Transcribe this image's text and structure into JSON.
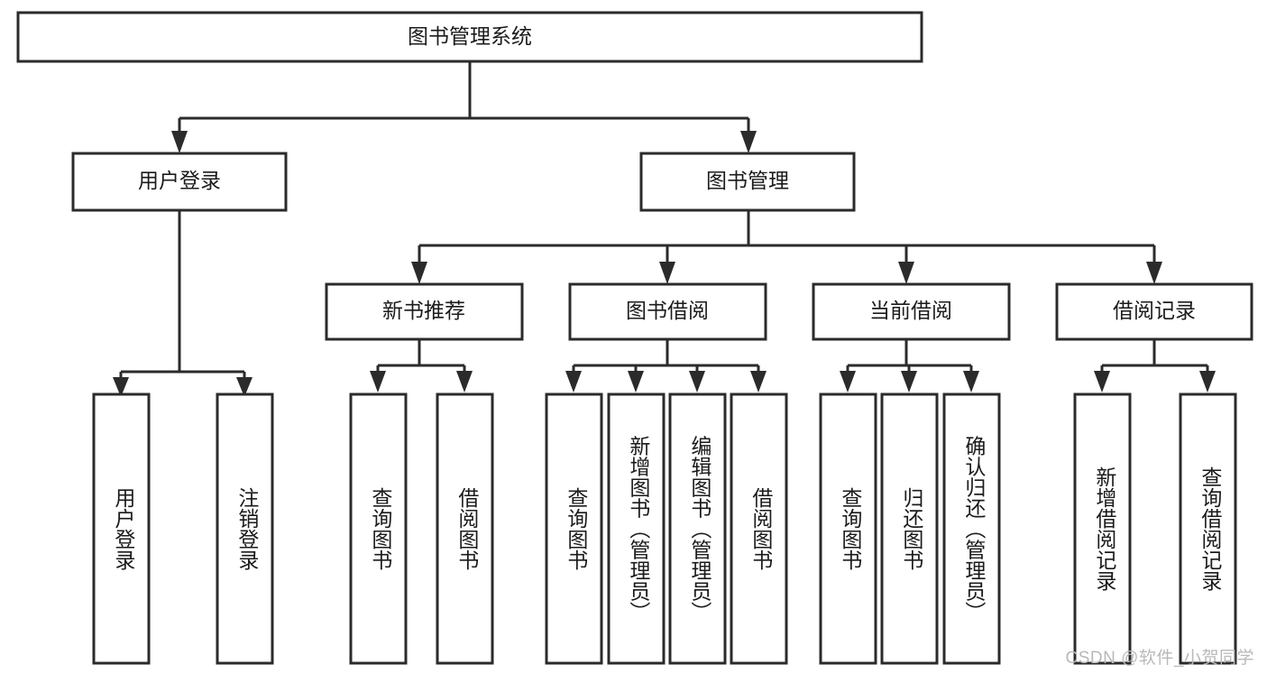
{
  "diagram": {
    "title": "图书管理系统",
    "type": "tree-hierarchy-chart",
    "watermark": "CSDN @软件_小贺同学",
    "root": {
      "id": "root",
      "label": "图书管理系统"
    },
    "level2": [
      {
        "id": "user-login",
        "label": "用户登录"
      },
      {
        "id": "book-manage",
        "label": "图书管理"
      }
    ],
    "level3": [
      {
        "id": "new-book-rec",
        "label": "新书推荐",
        "parent": "book-manage"
      },
      {
        "id": "book-borrow",
        "label": "图书借阅",
        "parent": "book-manage"
      },
      {
        "id": "current-borrow",
        "label": "当前借阅",
        "parent": "book-manage"
      },
      {
        "id": "borrow-record",
        "label": "借阅记录",
        "parent": "book-manage"
      }
    ],
    "leaves": [
      {
        "id": "leaf-user-login",
        "label": "用户登录",
        "parent": "user-login"
      },
      {
        "id": "leaf-logout-login",
        "label": "注销登录",
        "parent": "user-login"
      },
      {
        "id": "leaf-query-book-1",
        "label": "查询图书",
        "parent": "new-book-rec"
      },
      {
        "id": "leaf-borrow-book-1",
        "label": "借阅图书",
        "parent": "new-book-rec"
      },
      {
        "id": "leaf-query-book-2",
        "label": "查询图书",
        "parent": "book-borrow"
      },
      {
        "id": "leaf-add-book",
        "label": "新增图书（管理员）",
        "parent": "book-borrow"
      },
      {
        "id": "leaf-edit-book",
        "label": "编辑图书（管理员）",
        "parent": "book-borrow"
      },
      {
        "id": "leaf-borrow-book-2",
        "label": "借阅图书",
        "parent": "book-borrow"
      },
      {
        "id": "leaf-query-book-3",
        "label": "查询图书",
        "parent": "current-borrow"
      },
      {
        "id": "leaf-return-book",
        "label": "归还图书",
        "parent": "current-borrow"
      },
      {
        "id": "leaf-confirm-return",
        "label": "确认归还（管理员）",
        "parent": "current-borrow"
      },
      {
        "id": "leaf-add-record",
        "label": "新增借阅记录",
        "parent": "borrow-record"
      },
      {
        "id": "leaf-query-record",
        "label": "查询借阅记录",
        "parent": "borrow-record"
      }
    ],
    "colors": {
      "stroke": "#2b2b2b",
      "fill": "#ffffff",
      "text": "#1b1b1b",
      "watermark": "#b9b9b9"
    }
  }
}
